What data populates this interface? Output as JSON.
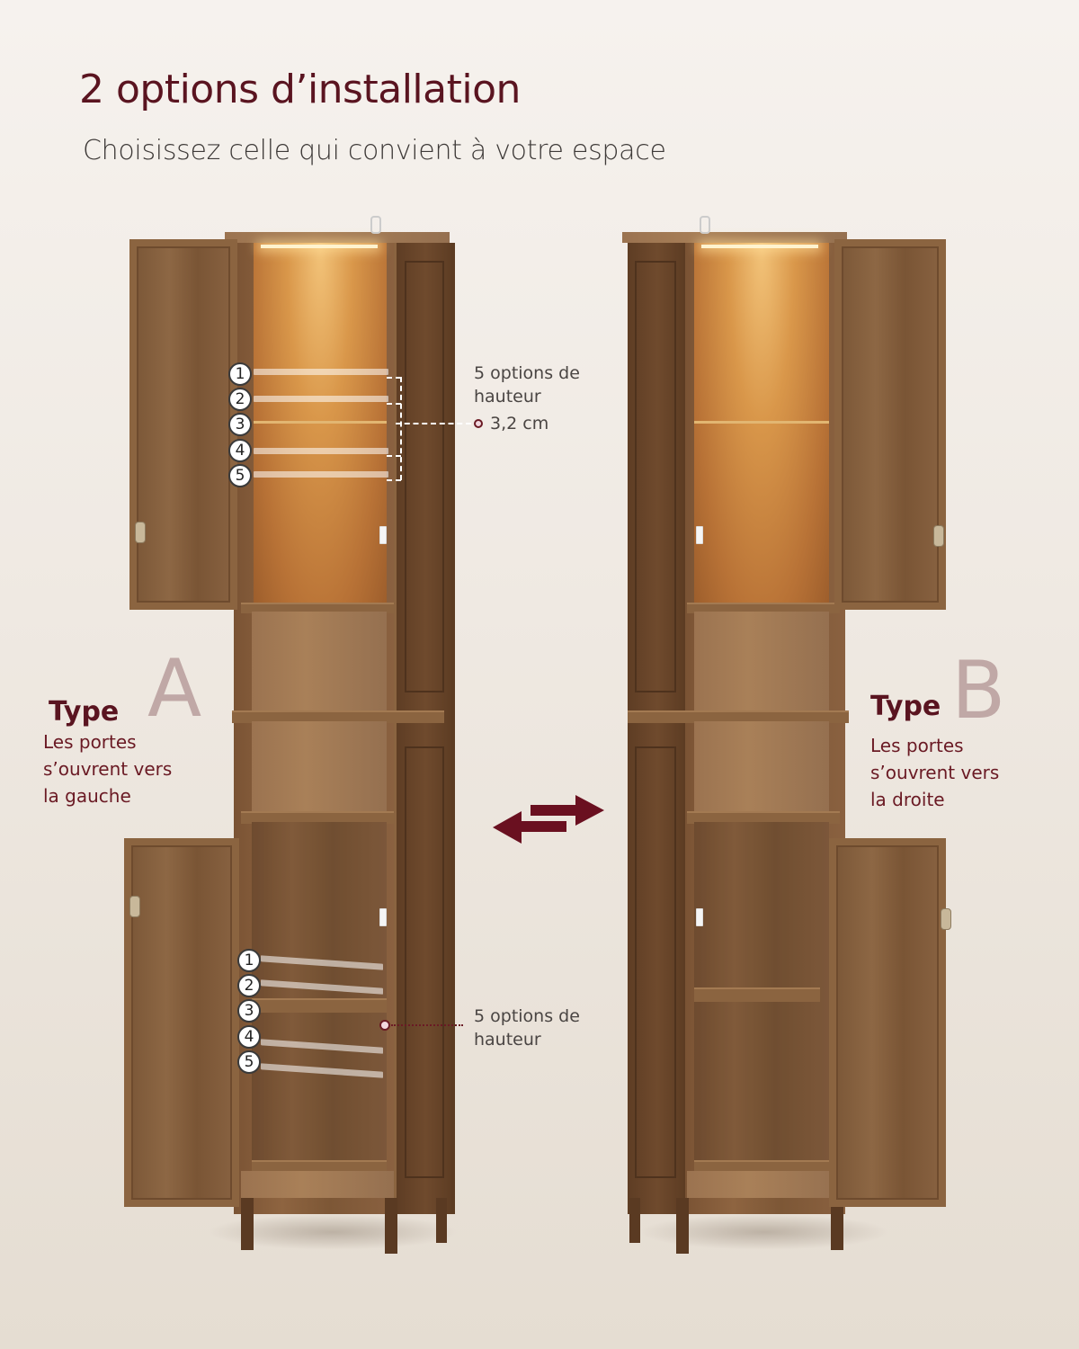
{
  "header": {
    "title": "2 options d’installation",
    "subtitle": "Choisissez celle qui convient à votre espace"
  },
  "type_a": {
    "word": "Type",
    "letter": "A",
    "description_lines": [
      "Les portes",
      "s’ouvrent vers",
      "la gauche"
    ]
  },
  "type_b": {
    "word": "Type",
    "letter": "B",
    "description_lines": [
      "Les portes",
      "s’ouvrent vers",
      "la droite"
    ]
  },
  "upper_note": {
    "line1": "5 options de",
    "line2": "hauteur",
    "spacing": "3,2 cm"
  },
  "lower_note": {
    "line1": "5 options de",
    "line2": "hauteur"
  },
  "shelf_positions_upper": [
    "1",
    "2",
    "3",
    "4",
    "5"
  ],
  "shelf_positions_lower": [
    "1",
    "2",
    "3",
    "4",
    "5"
  ],
  "icons": {
    "swap": "swap-arrows-icon"
  },
  "colors": {
    "accent": "#5a1420",
    "letter_muted": "#c0a8a6",
    "background": "#efe9e2",
    "wood": "#8b6440"
  }
}
